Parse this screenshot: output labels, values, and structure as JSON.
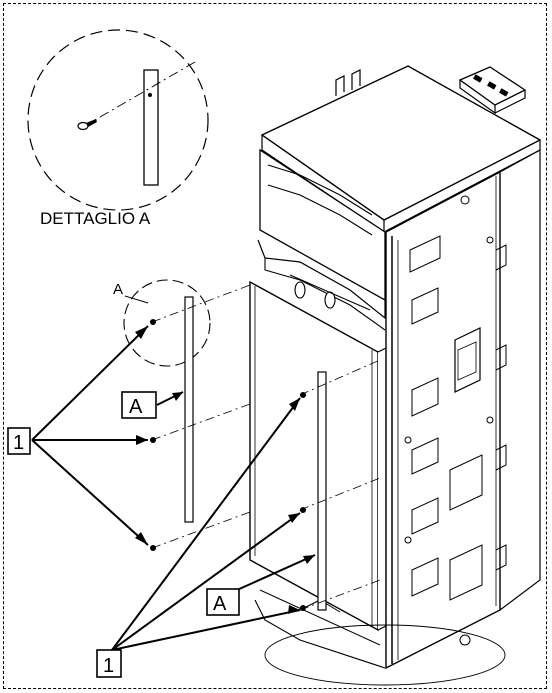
{
  "detail": {
    "title": "DETTAGLIO A",
    "circle_label": "A"
  },
  "callouts": {
    "part_number_left": "1",
    "part_number_bottom": "1",
    "ref_upper": "A",
    "ref_lower": "A"
  }
}
